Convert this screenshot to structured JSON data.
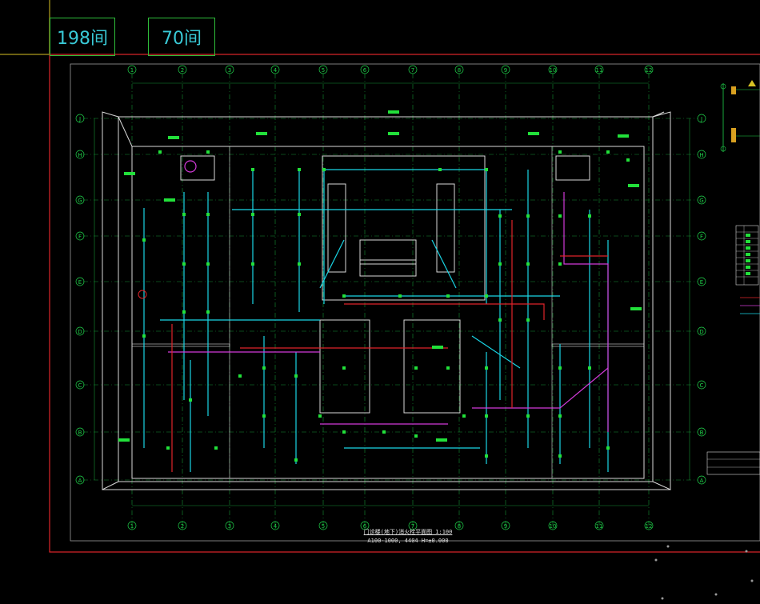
{
  "header_boxes": [
    {
      "label": "198间"
    },
    {
      "label": "70间"
    }
  ],
  "drawing": {
    "title": "门诊楼(地下)消火栓平面图 1:100",
    "subtitle": "A100-1000, 4404 H=±0.000"
  },
  "grid_columns": [
    "1",
    "2",
    "3",
    "4",
    "5",
    "6",
    "7",
    "8",
    "9",
    "10",
    "11",
    "12"
  ],
  "grid_rows": [
    "J",
    "H",
    "G",
    "F",
    "E",
    "D",
    "C",
    "B",
    "A"
  ],
  "colors": {
    "background": "#000000",
    "frame": "#e0242a",
    "grid": "#1fd14a",
    "wall": "#d9d9d9",
    "pipe_cyan": "#19d6e6",
    "pipe_magenta": "#d33ad9",
    "pipe_red": "#e0242a",
    "marker": "#22e03a"
  }
}
